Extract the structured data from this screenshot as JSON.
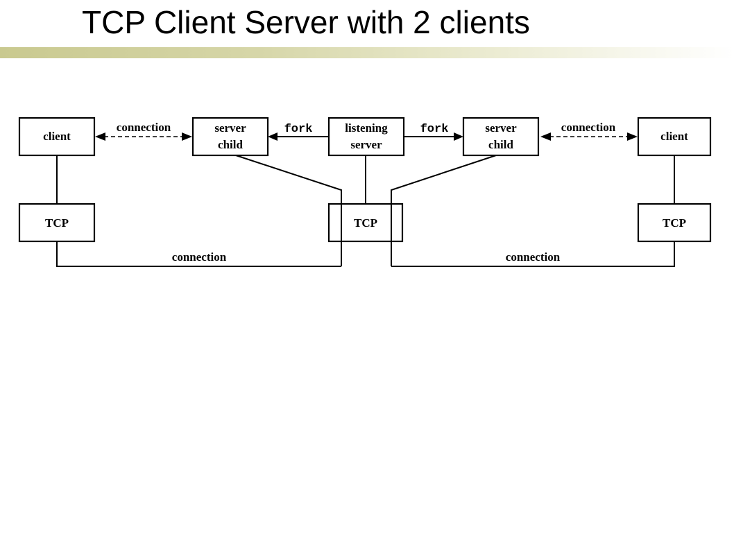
{
  "slide": {
    "title": "TCP Client Server with 2 clients"
  },
  "diagram": {
    "client_left": "client",
    "client_right": "client",
    "server_child_left": [
      "server",
      "child"
    ],
    "server_child_right": [
      "server",
      "child"
    ],
    "listening_server": [
      "listening",
      "server"
    ],
    "tcp_left": "TCP",
    "tcp_center": "TCP",
    "tcp_right": "TCP",
    "fork_left": "fork",
    "fork_right": "fork",
    "connection_top_left": "connection",
    "connection_top_right": "connection",
    "connection_bottom_left": "connection",
    "connection_bottom_right": "connection"
  }
}
